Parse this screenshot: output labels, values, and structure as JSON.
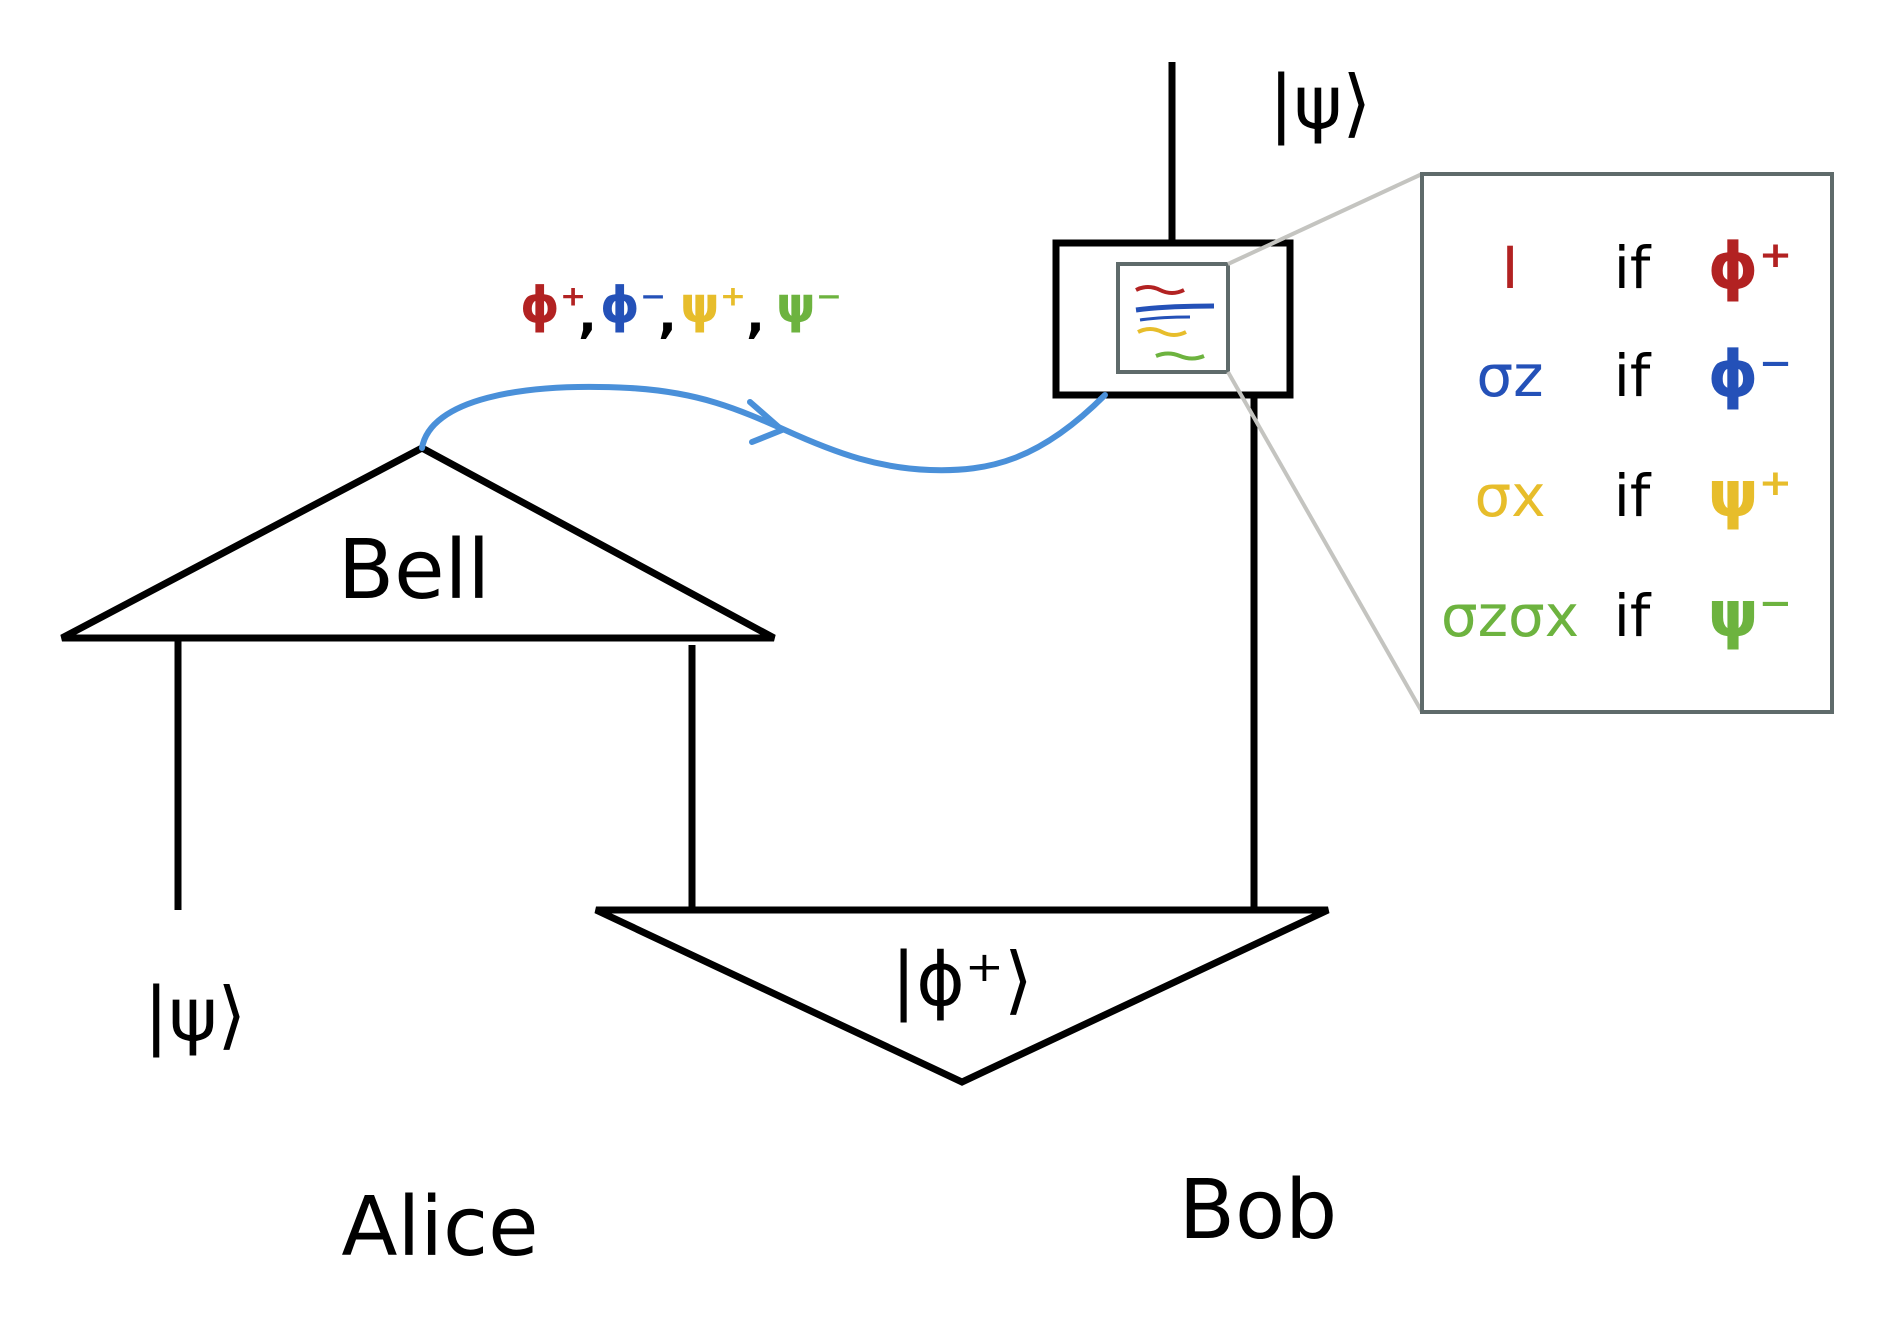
{
  "colors": {
    "ink": "#000000",
    "red": "#b22222",
    "blue": "#2451b8",
    "yellow": "#e7bd2b",
    "green": "#6db33f",
    "arrow": "#4a90d9",
    "leader": "#c4c4c0",
    "box_border": "#5f6b6b"
  },
  "labels": {
    "bell": "Bell",
    "alice": "Alice",
    "bob": "Bob",
    "input_ket": "|ψ⟩",
    "output_ket": "|ψ⟩",
    "epr_ket": "|ϕ⁺⟩"
  },
  "message": {
    "phi_plus": "ϕ⁺",
    "phi_minus": "ϕ⁻",
    "psi_plus": "ψ⁺",
    "psi_minus": "ψ⁻",
    "separator": ","
  },
  "corrections": [
    {
      "op": "I",
      "cond": "if",
      "state": "ϕ⁺",
      "color": "#b22222"
    },
    {
      "op": "σz",
      "cond": "if",
      "state": "ϕ⁻",
      "color": "#2451b8"
    },
    {
      "op": "σx",
      "cond": "if",
      "state": "ψ⁺",
      "color": "#e7bd2b"
    },
    {
      "op": "σzσx",
      "cond": "if",
      "state": "ψ⁻",
      "color": "#6db33f"
    }
  ]
}
